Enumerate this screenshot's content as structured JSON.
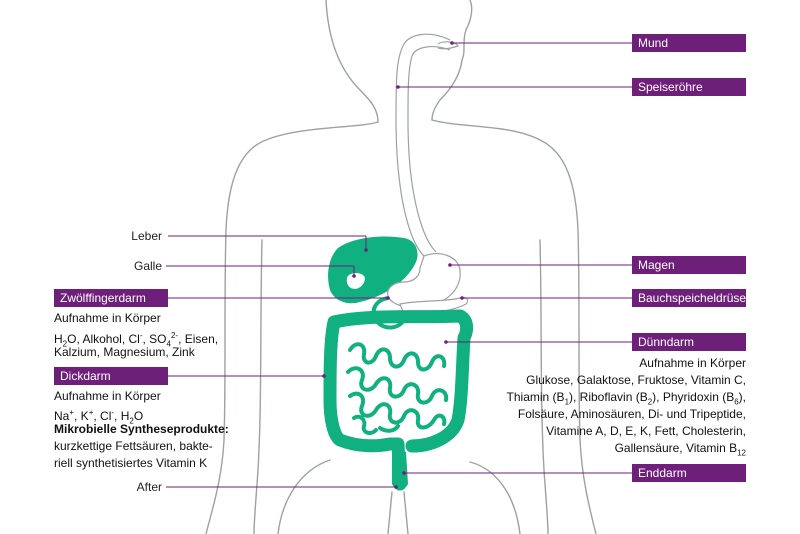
{
  "colors": {
    "accent": "#6e1f7a",
    "organ": "#10b080",
    "outline": "#9aa39c"
  },
  "labels": {
    "mund": "Mund",
    "speiseroehre": "Speiseröhre",
    "magen": "Magen",
    "bauchspeicheldruese": "Bauchspeicheldrüse",
    "duenndarm": "Dünndarm",
    "enddarm": "Enddarm",
    "leber": "Leber",
    "galle": "Galle",
    "zwoelffingerdarm": "Zwölffingerdarm",
    "dickdarm": "Dickdarm",
    "after": "After"
  },
  "zwoelffingerdarm_info": {
    "heading": "Aufnahme in Körper",
    "line1_parts": [
      "H",
      "2",
      "O, Alkohol, Cl",
      "-",
      ", SO",
      "4",
      "2-",
      ", Eisen,"
    ],
    "line2": "Kalzium, Magnesium, Zink"
  },
  "dickdarm_info": {
    "heading": "Aufnahme in Körper",
    "line1_parts": [
      "Na",
      "+",
      ", K",
      "+",
      ", Cl",
      "-",
      ", H",
      "2",
      "O"
    ],
    "bold_heading": "Mikrobielle Syntheseprodukte:",
    "line2": "kurzkettige Fettsäuren, bakte-",
    "line3": "riell synthetisiertes Vitamin K"
  },
  "duenndarm_info": {
    "heading": "Aufnahme in Körper",
    "line1": "Glukose, Galaktose, Fruktose, Vitamin C,",
    "line2_parts": [
      "Thiamin (B",
      "1",
      "), Riboflavin (B",
      "2",
      "), Phyridoxin (B",
      "6",
      "),"
    ],
    "line3": "Folsäure, Aminosäuren, Di- und Tripeptide,",
    "line4": "Vitamine A, D, E, K, Fett, Cholesterin,",
    "line5_parts": [
      "Gallensäure, Vitamin B",
      "12"
    ]
  }
}
